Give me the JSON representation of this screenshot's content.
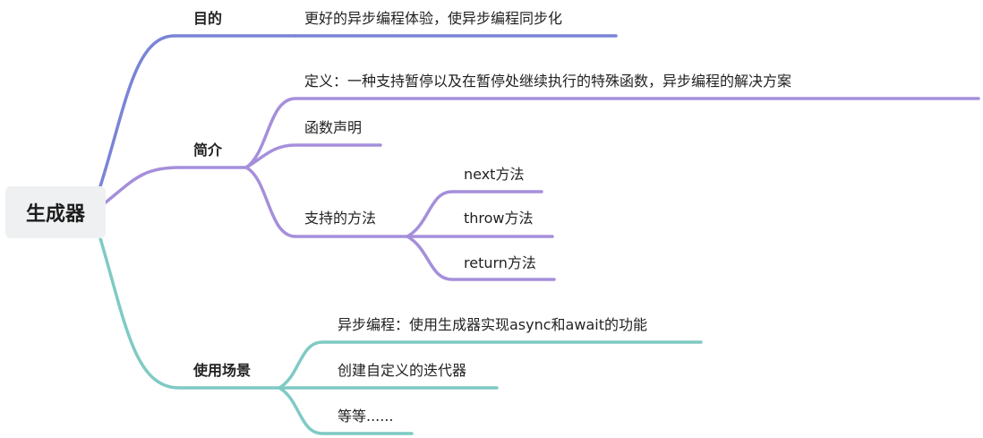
{
  "root": {
    "label": "生成器"
  },
  "colors": {
    "purpose": "#7a84d6",
    "intro": "#a58fdb",
    "usage": "#7fcac4"
  },
  "branches": {
    "purpose": {
      "label": "目的",
      "children": [
        "更好的异步编程体验，使异步编程同步化"
      ]
    },
    "intro": {
      "label": "简介",
      "children": [
        "定义：一种支持暂停以及在暂停处继续执行的特殊函数，异步编程的解决方案",
        "函数声明",
        "支持的方法"
      ],
      "methods": [
        "next方法",
        "throw方法",
        "return方法"
      ]
    },
    "usage": {
      "label": "使用场景",
      "children": [
        "异步编程：使用生成器实现async和await的功能",
        "创建自定义的迭代器",
        "等等......"
      ]
    }
  }
}
